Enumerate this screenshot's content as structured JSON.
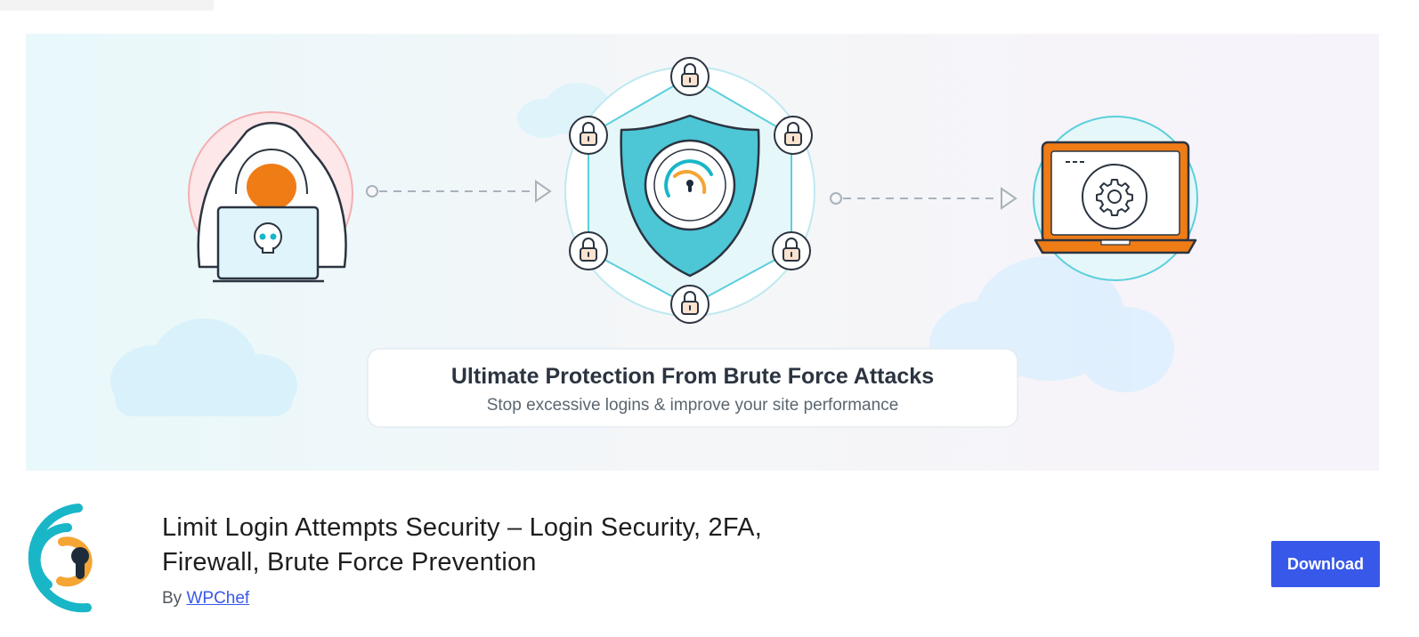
{
  "banner": {
    "headline": "Ultimate Protection From Brute Force Attacks",
    "subtext": "Stop excessive logins & improve your site performance"
  },
  "plugin": {
    "title": "Limit Login Attempts Security – Login Security, 2FA, Firewall, Brute Force Prevention",
    "by_prefix": "By",
    "author": "WPChef"
  },
  "actions": {
    "download_label": "Download"
  },
  "colors": {
    "accent": "#3858e9",
    "teal": "#19b6c8",
    "orange": "#f07c16",
    "gold": "#f4a534",
    "dark": "#1d2b3a"
  }
}
